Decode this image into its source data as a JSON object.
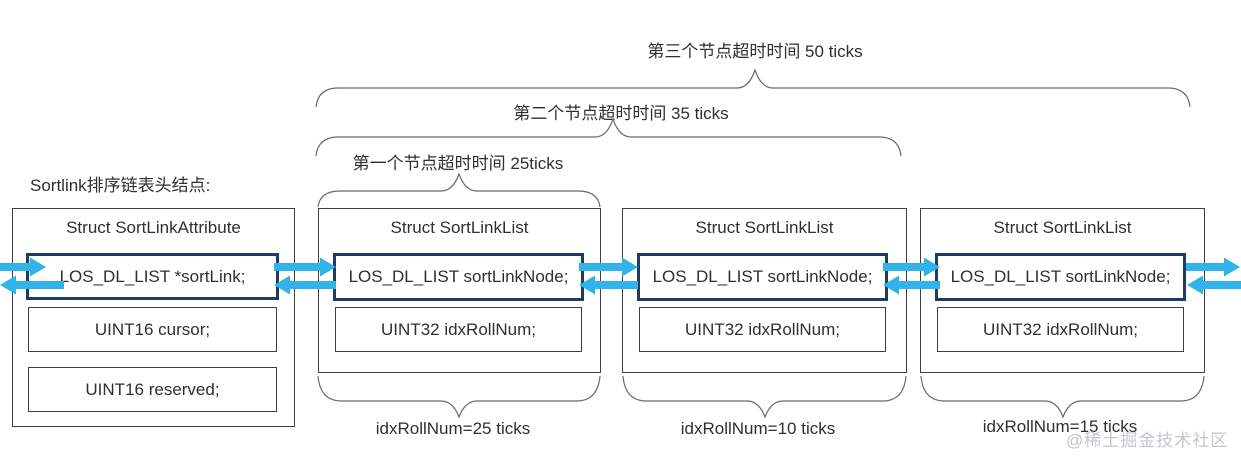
{
  "colors": {
    "arrow": "#2fb3e8",
    "brace": "#6b6b6b",
    "highlight_border": "#1e3a66",
    "box_border": "#3f3f3f",
    "text": "#2f2f2f",
    "watermark": "#c3c7cb"
  },
  "head_label": "Sortlink排序链表头结点:",
  "timeout_labels": [
    "第一个节点超时时间 25ticks",
    "第二个节点超时时间 35 ticks",
    "第三个节点超时时间 50 ticks"
  ],
  "nodes": [
    {
      "title": "Struct SortLinkAttribute",
      "fields": [
        "LOS_DL_LIST *sortLink;",
        "UINT16 cursor;",
        "UINT16 reserved;"
      ]
    },
    {
      "title": "Struct SortLinkList",
      "fields": [
        "LOS_DL_LIST sortLinkNode;",
        "UINT32 idxRollNum;"
      ],
      "rollnum_label": "idxRollNum=25 ticks"
    },
    {
      "title": "Struct SortLinkList",
      "fields": [
        "LOS_DL_LIST sortLinkNode;",
        "UINT32 idxRollNum;"
      ],
      "rollnum_label": "idxRollNum=10 ticks"
    },
    {
      "title": "Struct SortLinkList",
      "fields": [
        "LOS_DL_LIST sortLinkNode;",
        "UINT32 idxRollNum;"
      ],
      "rollnum_label": "idxRollNum=15 ticks"
    }
  ],
  "watermark": "@稀土掘金技术社区"
}
